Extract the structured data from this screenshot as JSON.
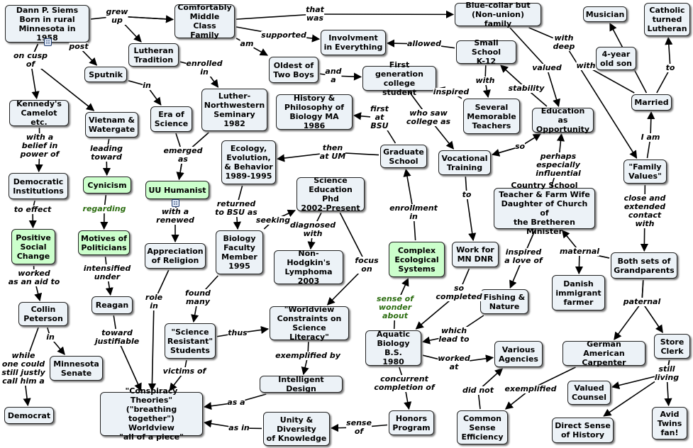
{
  "nodes": [
    {
      "id": "dann",
      "label": "Dann P. Siems\nBorn in rural\nMinnesota in 1958"
    },
    {
      "id": "middle",
      "label": "Comfortably\nMiddle Class\nFamily"
    },
    {
      "id": "bluecollar",
      "label": "Blue-collar but\n(Non-union) family"
    },
    {
      "id": "musician",
      "label": "Musician"
    },
    {
      "id": "catholic",
      "label": "Catholic\nturned\nLutheran"
    },
    {
      "id": "involve",
      "label": "Involvment\nin Everything"
    },
    {
      "id": "lutheran",
      "label": "Lutheran\nTradition"
    },
    {
      "id": "smallschool",
      "label": "Small School\nK-12"
    },
    {
      "id": "son",
      "label": "4-year\nold son"
    },
    {
      "id": "oldest",
      "label": "Oldest of\nTwo Boys"
    },
    {
      "id": "firstgen",
      "label": "First generation\ncollege student"
    },
    {
      "id": "sputnik",
      "label": "Sputnik"
    },
    {
      "id": "married",
      "label": "Married"
    },
    {
      "id": "kennedy",
      "label": "Kennedy's\nCamelot etc."
    },
    {
      "id": "luther",
      "label": "Luther-\nNorthwestern\nSeminary\n1982"
    },
    {
      "id": "history",
      "label": "History &\nPhilosophy of\nBiology MA 1986"
    },
    {
      "id": "memorable",
      "label": "Several\nMemorable\nTeachers"
    },
    {
      "id": "vietnam",
      "label": "Vietnam &\nWatergate"
    },
    {
      "id": "science",
      "label": "Era of\nScience"
    },
    {
      "id": "eduopp",
      "label": "Education as\nOpportunity"
    },
    {
      "id": "ecology",
      "label": "Ecology,\nEvolution,\n& Behavior\n1989-1995"
    },
    {
      "id": "grad",
      "label": "Graduate\nSchool"
    },
    {
      "id": "voc",
      "label": "Vocational\nTraining"
    },
    {
      "id": "family",
      "label": "\"Family\nValues\""
    },
    {
      "id": "demo",
      "label": "Democratic\nInstitutions"
    },
    {
      "id": "cynicism",
      "label": "Cynicism"
    },
    {
      "id": "uu",
      "label": "UU Humanist"
    },
    {
      "id": "scied",
      "label": "Science\nEducation Phd\n2002-Present"
    },
    {
      "id": "country",
      "label": "Country School\nTeacher & Farm Wife\nDaughter of Church of\nthe Bretheren Minister"
    },
    {
      "id": "positive",
      "label": "Positive\nSocial\nChange"
    },
    {
      "id": "motives",
      "label": "Motives of\nPoliticians"
    },
    {
      "id": "appreciation",
      "label": "Appreciation\nof Religion"
    },
    {
      "id": "faculty",
      "label": "Biology\nFaculty\nMember\n1995"
    },
    {
      "id": "complex",
      "label": "Complex\nEcological\nSystems"
    },
    {
      "id": "mndnr",
      "label": "Work for\nMN DNR"
    },
    {
      "id": "nonhodg",
      "label": "Non-Hodgkin's\nLymphoma\n2003"
    },
    {
      "id": "danish",
      "label": "Danish\nimmigrant\nfarmer"
    },
    {
      "id": "grandparents",
      "label": "Both sets of\nGrandparents"
    },
    {
      "id": "collin",
      "label": "Collin\nPeterson"
    },
    {
      "id": "reagan",
      "label": "Reagan"
    },
    {
      "id": "fishing",
      "label": "Fishing &\nNature"
    },
    {
      "id": "worldview",
      "label": "\"Worldview\nConstraints on\nScience Literacy\""
    },
    {
      "id": "resistant",
      "label": "\"Science\nResistant\"\nStudents"
    },
    {
      "id": "aquatic",
      "label": "Aquatic\nBiology B.S.\n1980"
    },
    {
      "id": "agencies",
      "label": "Various\nAgencies"
    },
    {
      "id": "german",
      "label": "German American\nCarpenter"
    },
    {
      "id": "clerk",
      "label": "Store\nClerk"
    },
    {
      "id": "senate",
      "label": "Minnesota\nSenate"
    },
    {
      "id": "id",
      "label": "Intelligent Design"
    },
    {
      "id": "counsel",
      "label": "Valued\nCounsel"
    },
    {
      "id": "conspiracy",
      "label": "\"Conspiracy Theories\"\n(\"breathing together\")\nWorldview\n\"all of a piece\""
    },
    {
      "id": "democrat",
      "label": "Democrat"
    },
    {
      "id": "avid",
      "label": "Avid\nTwins\nfan!"
    },
    {
      "id": "honors",
      "label": "Honors\nProgram"
    },
    {
      "id": "common",
      "label": "Common\nSense\nEfficiency"
    },
    {
      "id": "directsense",
      "label": "Direct Sense\nof History"
    },
    {
      "id": "unity",
      "label": "Unity &\nDiversity\nof Knowledge"
    }
  ],
  "labels": [
    {
      "id": "grewup",
      "text": "grew\nup"
    },
    {
      "id": "post",
      "text": "post"
    },
    {
      "id": "oncusp",
      "text": "on cusp\nof"
    },
    {
      "id": "thatwas",
      "text": "that\nwas"
    },
    {
      "id": "withdeep",
      "text": "with\ndeep"
    },
    {
      "id": "supported",
      "text": "supported"
    },
    {
      "id": "am",
      "text": "am"
    },
    {
      "id": "allowed",
      "text": "allowed"
    },
    {
      "id": "valued",
      "text": "valued"
    },
    {
      "id": "enrolledin",
      "text": "enrolled\nin"
    },
    {
      "id": "anda",
      "text": "and\na"
    },
    {
      "id": "with1",
      "text": "with"
    },
    {
      "id": "stability",
      "text": "stability"
    },
    {
      "id": "inspired1",
      "text": "inspired"
    },
    {
      "id": "in1",
      "text": "in"
    },
    {
      "id": "firstbsu",
      "text": "first\nat\nBSU"
    },
    {
      "id": "whosaw",
      "text": "who saw\ncollege as"
    },
    {
      "id": "with2",
      "text": "with"
    },
    {
      "id": "to1",
      "text": "to"
    },
    {
      "id": "withbelief",
      "text": "with a\nbelief in\npower of"
    },
    {
      "id": "leading",
      "text": "leading\ntoward"
    },
    {
      "id": "emerged",
      "text": "emerged\nas"
    },
    {
      "id": "thenum",
      "text": "then\nat UM"
    },
    {
      "id": "so1",
      "text": "so"
    },
    {
      "id": "perhaps",
      "text": "perhaps\nespecially\ninfluential"
    },
    {
      "id": "iam",
      "text": "I am"
    },
    {
      "id": "toeffect",
      "text": "to effect"
    },
    {
      "id": "regarding",
      "text": "regarding"
    },
    {
      "id": "withrenewed",
      "text": "with a\nrenewed"
    },
    {
      "id": "returned",
      "text": "returned\nto BSU as"
    },
    {
      "id": "seeking",
      "text": "seeking"
    },
    {
      "id": "diagnosed",
      "text": "diagnosed\nwith"
    },
    {
      "id": "enrollmentin",
      "text": "enrollment\nin"
    },
    {
      "id": "to2",
      "text": "to"
    },
    {
      "id": "closeext",
      "text": "close and\nextended\ncontact with"
    },
    {
      "id": "workedaid",
      "text": "worked\nas an aid to"
    },
    {
      "id": "intensified",
      "text": "intensified\nunder"
    },
    {
      "id": "rolein",
      "text": "role\nin"
    },
    {
      "id": "foundmany",
      "text": "found\nmany"
    },
    {
      "id": "focuson",
      "text": "focus\non"
    },
    {
      "id": "inspiredlove",
      "text": "inspired\na love of"
    },
    {
      "id": "maternal",
      "text": "maternal"
    },
    {
      "id": "socompleted",
      "text": "so\ncompleted"
    },
    {
      "id": "senseofwonder",
      "text": "sense of\nwonder\nabout"
    },
    {
      "id": "paternal",
      "text": "paternal"
    },
    {
      "id": "in2",
      "text": "in"
    },
    {
      "id": "towardjust",
      "text": "toward\njustifiable"
    },
    {
      "id": "thus",
      "text": "thus"
    },
    {
      "id": "whichlead",
      "text": "which\nlead to"
    },
    {
      "id": "exemplifiedby",
      "text": "exemplified by"
    },
    {
      "id": "workedat",
      "text": "worked\nat"
    },
    {
      "id": "whilecould",
      "text": "while\none could\nstill justly\ncall him a"
    },
    {
      "id": "victimsof",
      "text": "victims of"
    },
    {
      "id": "stillliving",
      "text": "still\nliving"
    },
    {
      "id": "concurrent",
      "text": "concurrent\ncompletion of"
    },
    {
      "id": "exemplified2",
      "text": "exemplified"
    },
    {
      "id": "didnot",
      "text": "did not"
    },
    {
      "id": "asa",
      "text": "as a"
    },
    {
      "id": "asin",
      "text": "as in"
    },
    {
      "id": "senseof",
      "text": "sense\nof"
    }
  ]
}
